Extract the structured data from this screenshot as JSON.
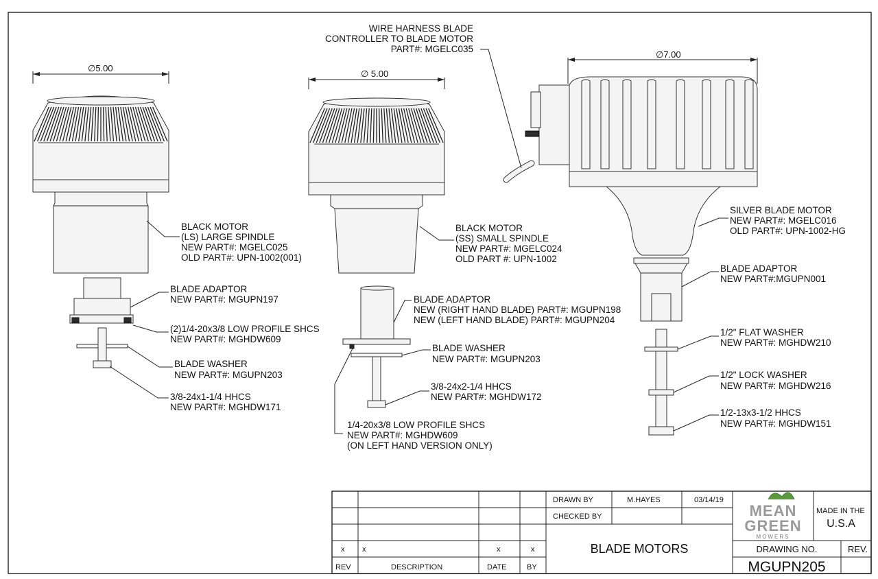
{
  "dimensions": {
    "left_diameter": "∅5.00",
    "middle_diameter": "∅ 5.00",
    "right_diameter": "∅7.00"
  },
  "callouts": {
    "wire_harness": [
      "WIRE HARNESS BLADE",
      "CONTROLLER TO BLADE MOTOR",
      "PART#: MGELC035"
    ],
    "black_motor_ls": [
      "BLACK MOTOR",
      "(LS) LARGE SPINDLE",
      "NEW PART#: MGELC025",
      "OLD PART#: UPN-1002(001)"
    ],
    "blade_adaptor_left": [
      "BLADE ADAPTOR",
      "NEW PART#: MGUPN197"
    ],
    "shcs_left": [
      "(2)1/4-20x3/8 LOW PROFILE SHCS",
      "NEW PART#: MGHDW609"
    ],
    "blade_washer_left": [
      "BLADE WASHER",
      "NEW PART#: MGUPN203"
    ],
    "hhcs_left": [
      "3/8-24x1-1/4 HHCS",
      "NEW PART#: MGHDW171"
    ],
    "black_motor_ss": [
      "BLACK MOTOR",
      "(SS) SMALL SPINDLE",
      "NEW PART#: MGELC024",
      "OLD PART #: UPN-1002"
    ],
    "blade_adaptor_mid": [
      "BLADE ADAPTOR",
      "NEW (RIGHT HAND BLADE) PART#: MGUPN198",
      "NEW (LEFT HAND BLADE) PART#: MGUPN204"
    ],
    "blade_washer_mid": [
      "BLADE WASHER",
      "NEW PART#: MGUPN203"
    ],
    "hhcs_mid": [
      "3/8-24x2-1/4 HHCS",
      "NEW PART#: MGHDW172"
    ],
    "shcs_mid": [
      "1/4-20x3/8 LOW PROFILE SHCS",
      "NEW PART#: MGHDW609",
      "(ON LEFT HAND VERSION ONLY)"
    ],
    "silver_motor": [
      "SILVER BLADE MOTOR",
      "NEW PART#: MGELC016",
      "OLD PART#: UPN-1002-HG"
    ],
    "blade_adaptor_right": [
      "BLADE ADAPTOR",
      "NEW PART#:MGUPN001"
    ],
    "flat_washer": [
      "1/2\" FLAT WASHER",
      "NEW PART#: MGHDW210"
    ],
    "lock_washer": [
      "1/2\" LOCK WASHER",
      "NEW PART#: MGHDW216"
    ],
    "hhcs_right": [
      "1/2-13x3-1/2 HHCS",
      "NEW PART#: MGHDW151"
    ]
  },
  "title_block": {
    "drawn_by_label": "DRAWN BY",
    "drawn_by": "M.HAYES",
    "drawn_date": "03/14/19",
    "checked_by_label": "CHECKED BY",
    "title": "BLADE MOTORS",
    "drawing_no_label": "DRAWING NO.",
    "drawing_no": "MGUPN205",
    "rev_label": "REV.",
    "made_in_line1": "MADE IN THE",
    "made_in_line2": "U.S.A",
    "logo_line1": "MEAN",
    "logo_line2": "GREEN",
    "logo_line3": "MOWERS",
    "rev_row": {
      "rev": "x",
      "description": "x",
      "date": "x",
      "by": "x"
    },
    "rev_header": {
      "rev": "REV",
      "description": "DESCRIPTION",
      "date": "DATE",
      "by": "BY"
    }
  },
  "colors": {
    "logo_green": "#3f7d3a",
    "line": "#222222"
  }
}
